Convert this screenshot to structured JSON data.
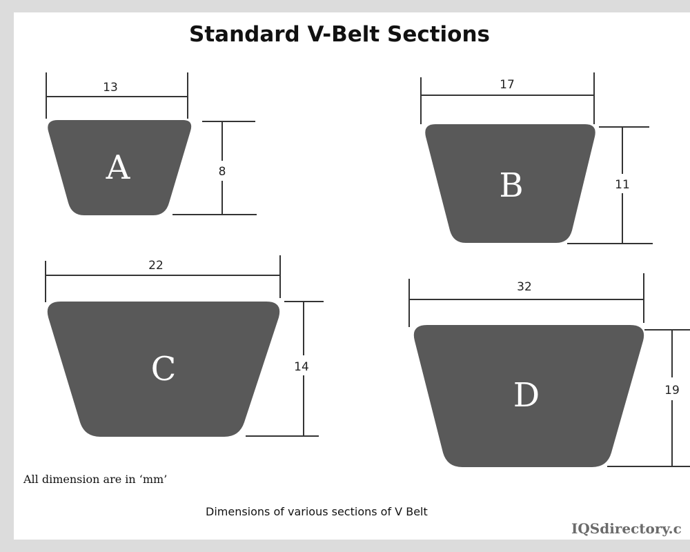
{
  "title": "Standard V-Belt Sections",
  "sections": [
    {
      "label": "A",
      "width": "13",
      "height": "8"
    },
    {
      "label": "B",
      "width": "17",
      "height": "11"
    },
    {
      "label": "C",
      "width": "22",
      "height": "14"
    },
    {
      "label": "D",
      "width": "32",
      "height": "19"
    }
  ],
  "note": "All dimension are in ‘mm’",
  "caption": "Dimensions of various sections of V Belt",
  "brand": "IQSdirectory.c",
  "colors": {
    "belt": "#595959",
    "background": "#ffffff",
    "frame": "#dcdcdc"
  }
}
